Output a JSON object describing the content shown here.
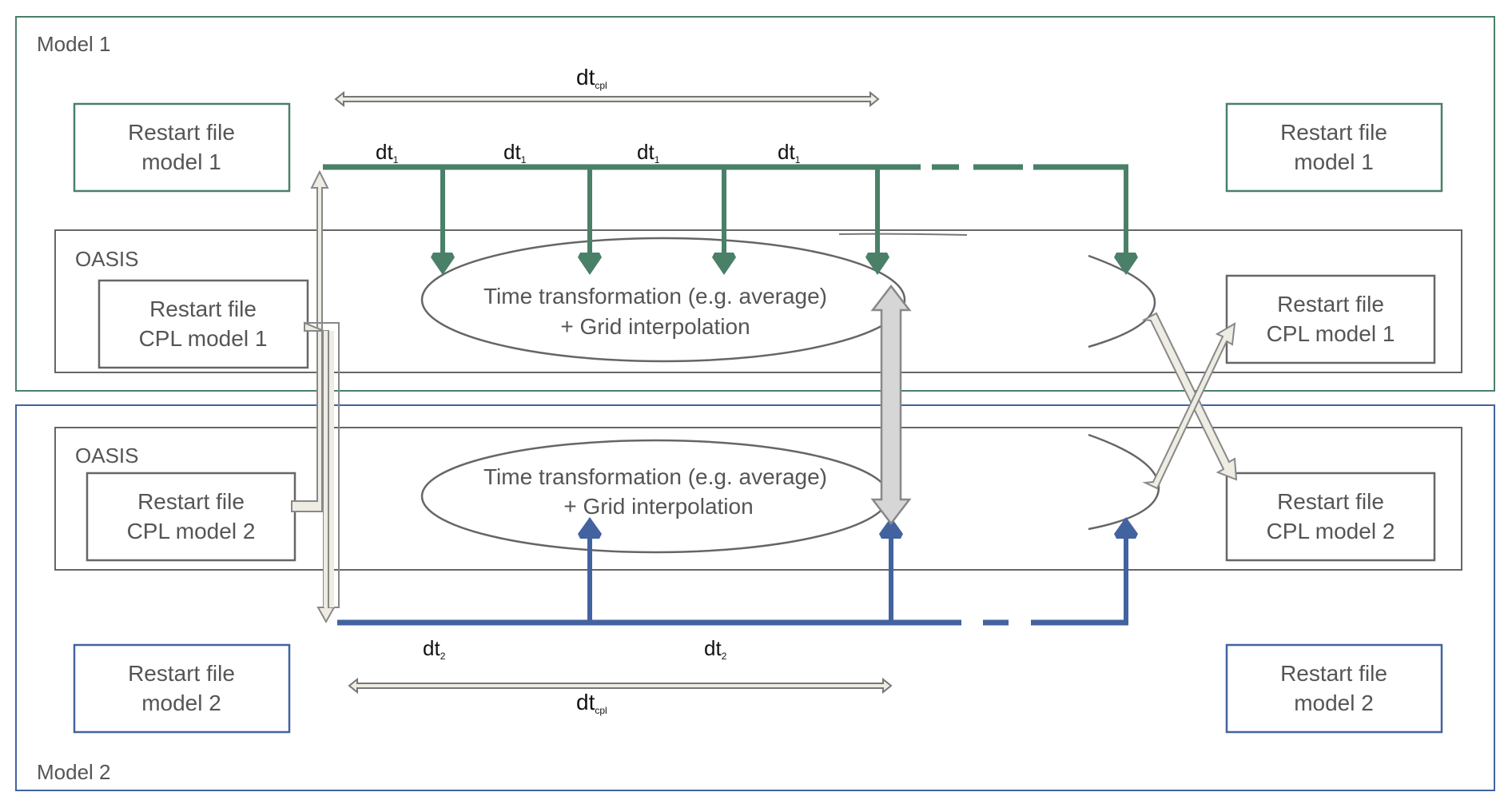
{
  "colors": {
    "model1": "#4a8068",
    "model2": "#4263a0",
    "neutral_border": "#666666",
    "text": "#555555",
    "arrow_fill_light": "#eeece3",
    "arrow_fill_grey": "#d6d6d6"
  },
  "model1": {
    "title": "Model 1",
    "restart_left": {
      "line1": "Restart file",
      "line2": "model 1"
    },
    "restart_right": {
      "line1": "Restart file",
      "line2": "model 1"
    },
    "timestep_labels": [
      {
        "base": "dt",
        "sub": "1"
      },
      {
        "base": "dt",
        "sub": "1"
      },
      {
        "base": "dt",
        "sub": "1"
      },
      {
        "base": "dt",
        "sub": "1"
      }
    ],
    "coupling_label": {
      "base": "dt",
      "sub": "cpl"
    }
  },
  "oasis1": {
    "title": "OASIS",
    "cpl_left": {
      "line1": "Restart file",
      "line2": "CPL model 1"
    },
    "cpl_right": {
      "line1": "Restart file",
      "line2": "CPL model 1"
    },
    "ellipse": {
      "line1": "Time transformation (e.g. average)",
      "line2": "+ Grid interpolation"
    }
  },
  "oasis2": {
    "title": "OASIS",
    "cpl_left": {
      "line1": "Restart file",
      "line2": "CPL model 2"
    },
    "cpl_right": {
      "line1": "Restart file",
      "line2": "CPL model 2"
    },
    "ellipse": {
      "line1": "Time transformation (e.g. average)",
      "line2": "+ Grid interpolation"
    }
  },
  "model2": {
    "title": "Model 2",
    "restart_left": {
      "line1": "Restart file",
      "line2": "model 2"
    },
    "restart_right": {
      "line1": "Restart file",
      "line2": "model 2"
    },
    "timestep_labels": [
      {
        "base": "dt",
        "sub": "2"
      },
      {
        "base": "dt",
        "sub": "2"
      }
    ],
    "coupling_label": {
      "base": "dt",
      "sub": "cpl"
    }
  }
}
